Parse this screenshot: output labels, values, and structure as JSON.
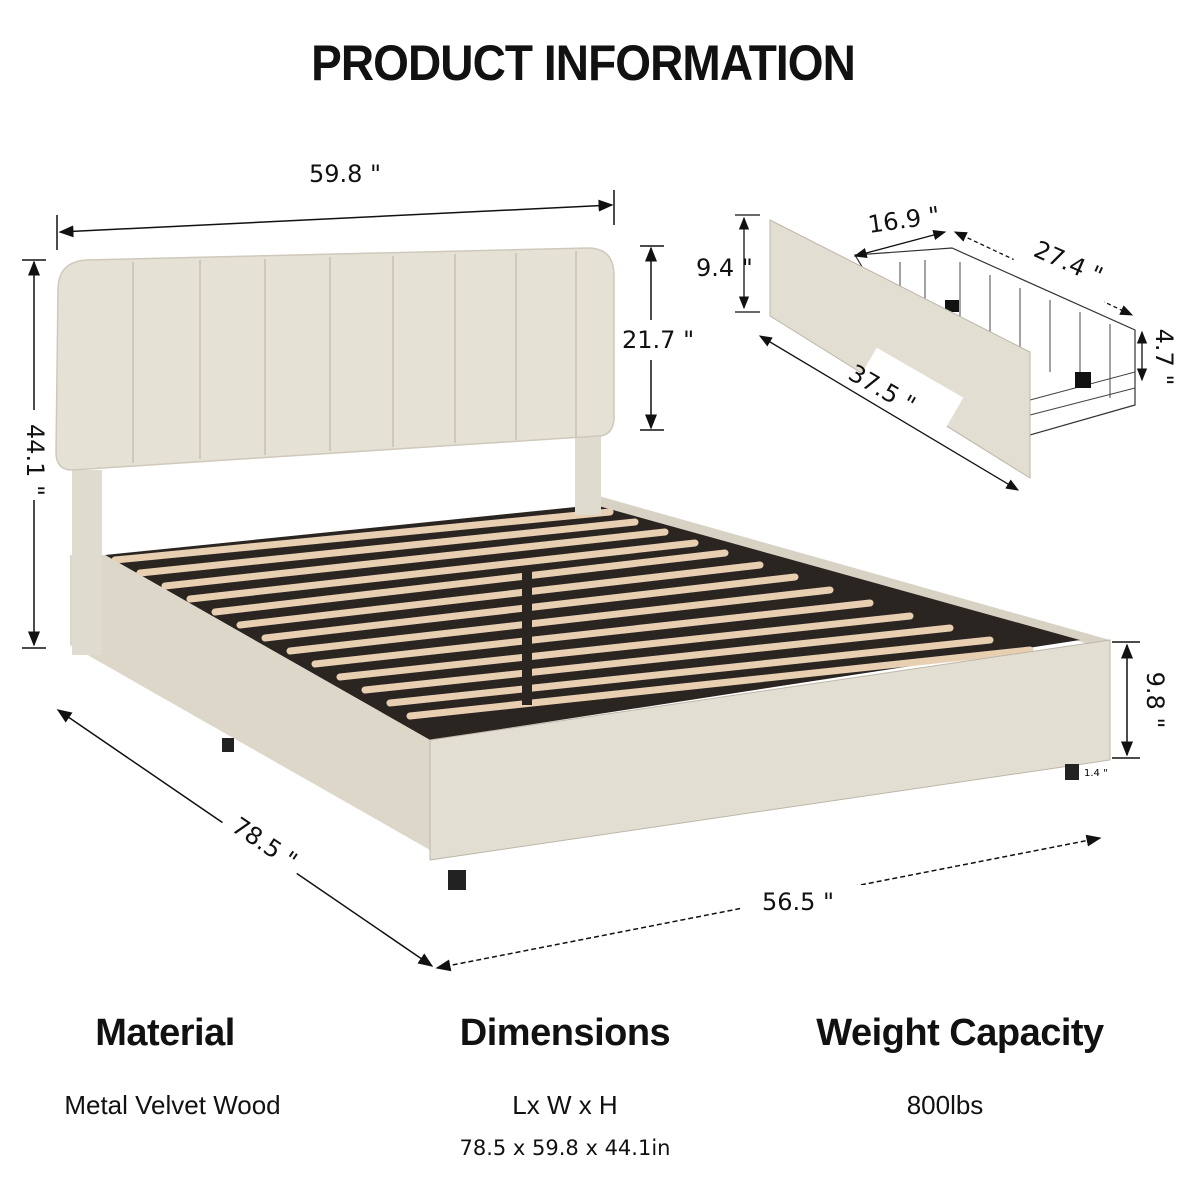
{
  "title": "PRODUCT INFORMATION",
  "colors": {
    "fabric": "#e6e1d5",
    "fabric_shadow": "#cfc9bb",
    "slat": "#e8cfb2",
    "slat_shadow": "#2b2522",
    "line": "#111111"
  },
  "bed_dimensions": {
    "width": "59.8 \"",
    "total_height": "44.1 \"",
    "headboard_height": "21.7 \"",
    "length": "78.5 \"",
    "inner_width": "56.5 \"",
    "side_rail_height": "9.8 \"",
    "leg_height": "1.4 \""
  },
  "drawer_dimensions": {
    "front_height": "9.4 \"",
    "front_length": "37.5 \"",
    "basket_width": "16.9 \"",
    "basket_depth": "27.4 \"",
    "basket_height": "4.7 \""
  },
  "specs": [
    {
      "label": "Material",
      "value": "Metal Velvet Wood",
      "sub": ""
    },
    {
      "label": "Dimensions",
      "value": "Lx W x H",
      "sub": "78.5 x 59.8 x 44.1in"
    },
    {
      "label": "Weight Capacity",
      "value": "800lbs",
      "sub": ""
    }
  ]
}
